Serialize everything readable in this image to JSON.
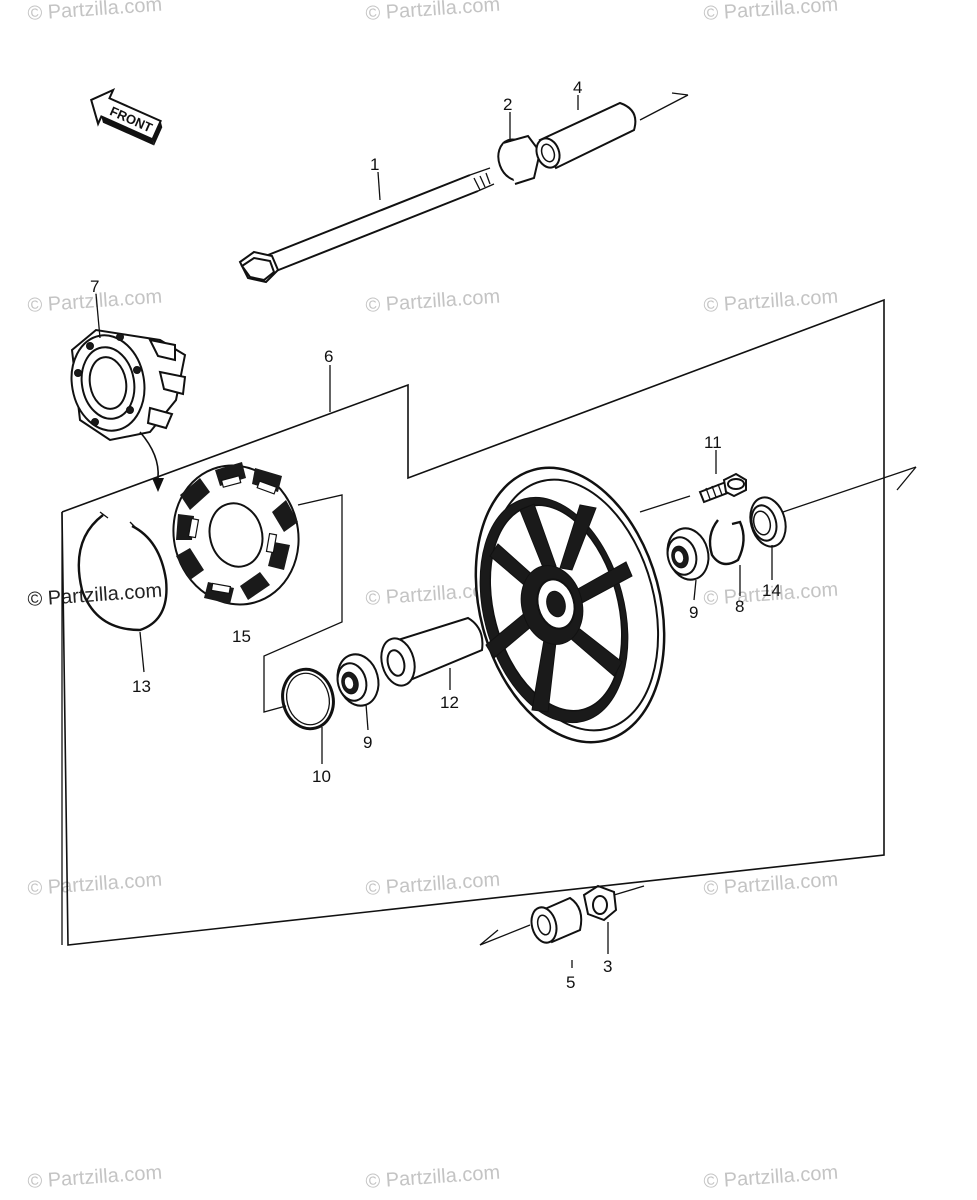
{
  "front_label": "FRONT",
  "watermark_text": "© Partzilla.com",
  "callouts": [
    {
      "id": "callout-1",
      "label": "1"
    },
    {
      "id": "callout-2",
      "label": "2"
    },
    {
      "id": "callout-4",
      "label": "4"
    },
    {
      "id": "callout-7",
      "label": "7"
    },
    {
      "id": "callout-6",
      "label": "6"
    },
    {
      "id": "callout-11",
      "label": "11"
    },
    {
      "id": "callout-15",
      "label": "15"
    },
    {
      "id": "callout-13",
      "label": "13"
    },
    {
      "id": "callout-9a",
      "label": "9"
    },
    {
      "id": "callout-8",
      "label": "8"
    },
    {
      "id": "callout-14",
      "label": "14"
    },
    {
      "id": "callout-12",
      "label": "12"
    },
    {
      "id": "callout-9b",
      "label": "9"
    },
    {
      "id": "callout-10",
      "label": "10"
    },
    {
      "id": "callout-5",
      "label": "5"
    },
    {
      "id": "callout-3",
      "label": "3"
    }
  ],
  "colors": {
    "ink": "#111111",
    "watermark": "#c4c4c4",
    "background": "#ffffff"
  }
}
